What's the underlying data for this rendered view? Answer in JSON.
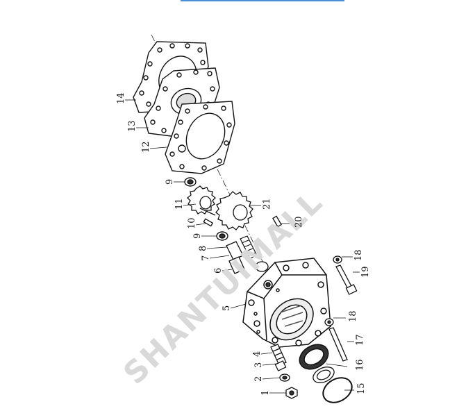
{
  "watermark": "SHANTUIMALL",
  "callouts": [
    {
      "id": "c1",
      "text": "1"
    },
    {
      "id": "c2",
      "text": "2"
    },
    {
      "id": "c3",
      "text": "3"
    },
    {
      "id": "c4",
      "text": "4"
    },
    {
      "id": "c5",
      "text": "5"
    },
    {
      "id": "c6",
      "text": "6"
    },
    {
      "id": "c7",
      "text": "7"
    },
    {
      "id": "c8",
      "text": "8"
    },
    {
      "id": "c9a",
      "text": "9"
    },
    {
      "id": "c9b",
      "text": "9"
    },
    {
      "id": "c10",
      "text": "10"
    },
    {
      "id": "c11",
      "text": "11"
    },
    {
      "id": "c12",
      "text": "12"
    },
    {
      "id": "c13",
      "text": "13"
    },
    {
      "id": "c14",
      "text": "14"
    },
    {
      "id": "c15",
      "text": "15"
    },
    {
      "id": "c16",
      "text": "16"
    },
    {
      "id": "c17",
      "text": "17"
    },
    {
      "id": "c18a",
      "text": "18"
    },
    {
      "id": "c18b",
      "text": "18"
    },
    {
      "id": "c19",
      "text": "19"
    },
    {
      "id": "c20",
      "text": "20"
    },
    {
      "id": "c21",
      "text": "21"
    }
  ]
}
